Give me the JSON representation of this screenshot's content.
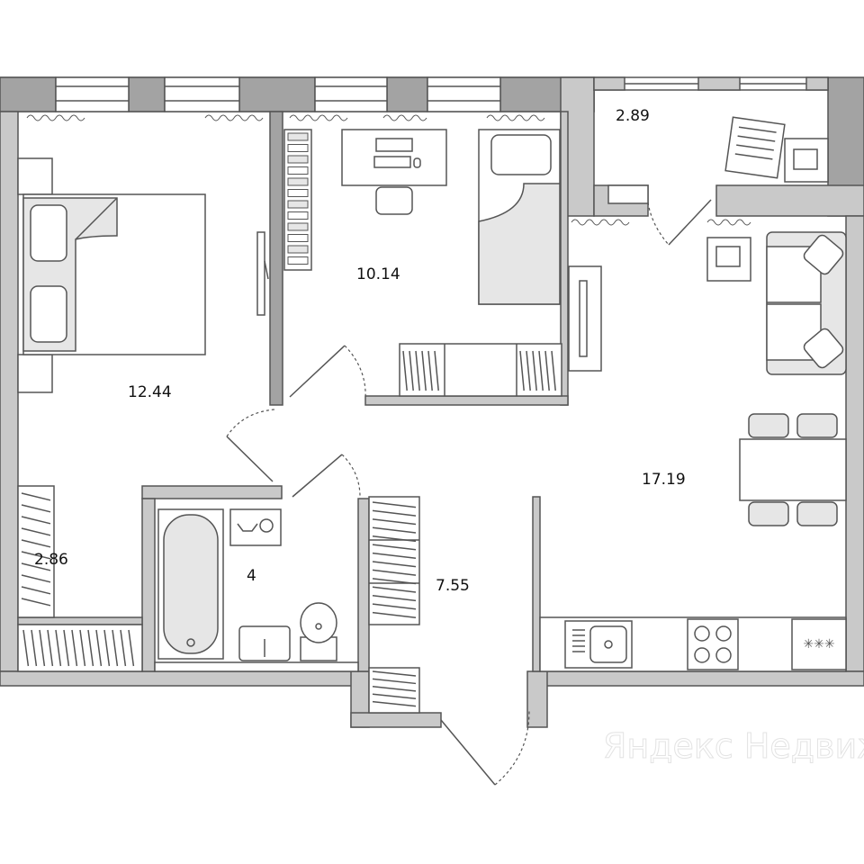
{
  "rooms": [
    {
      "id": "bedroom",
      "area": "12.44"
    },
    {
      "id": "kids-room",
      "area": "10.14"
    },
    {
      "id": "balcony",
      "area": "2.89"
    },
    {
      "id": "living-kitchen",
      "area": "17.19"
    },
    {
      "id": "wardrobe",
      "area": "2.86"
    },
    {
      "id": "bathroom",
      "area": "4"
    },
    {
      "id": "hallway",
      "area": "7.55"
    }
  ],
  "watermark": "Яндекс Недвижимость",
  "icons": {
    "cooktop": "cooktop-icon",
    "sink": "sink-icon",
    "washer": "washing-machine-icon",
    "toilet": "toilet-icon",
    "bathtub": "bathtub-icon",
    "fridge": "snowflake-icon"
  },
  "fridge_symbol": "✳✳✳",
  "colors": {
    "wall": "#c9c9c9",
    "window": "#a3a3a3",
    "stroke": "#555555",
    "furniture": "#e6e6e6"
  }
}
